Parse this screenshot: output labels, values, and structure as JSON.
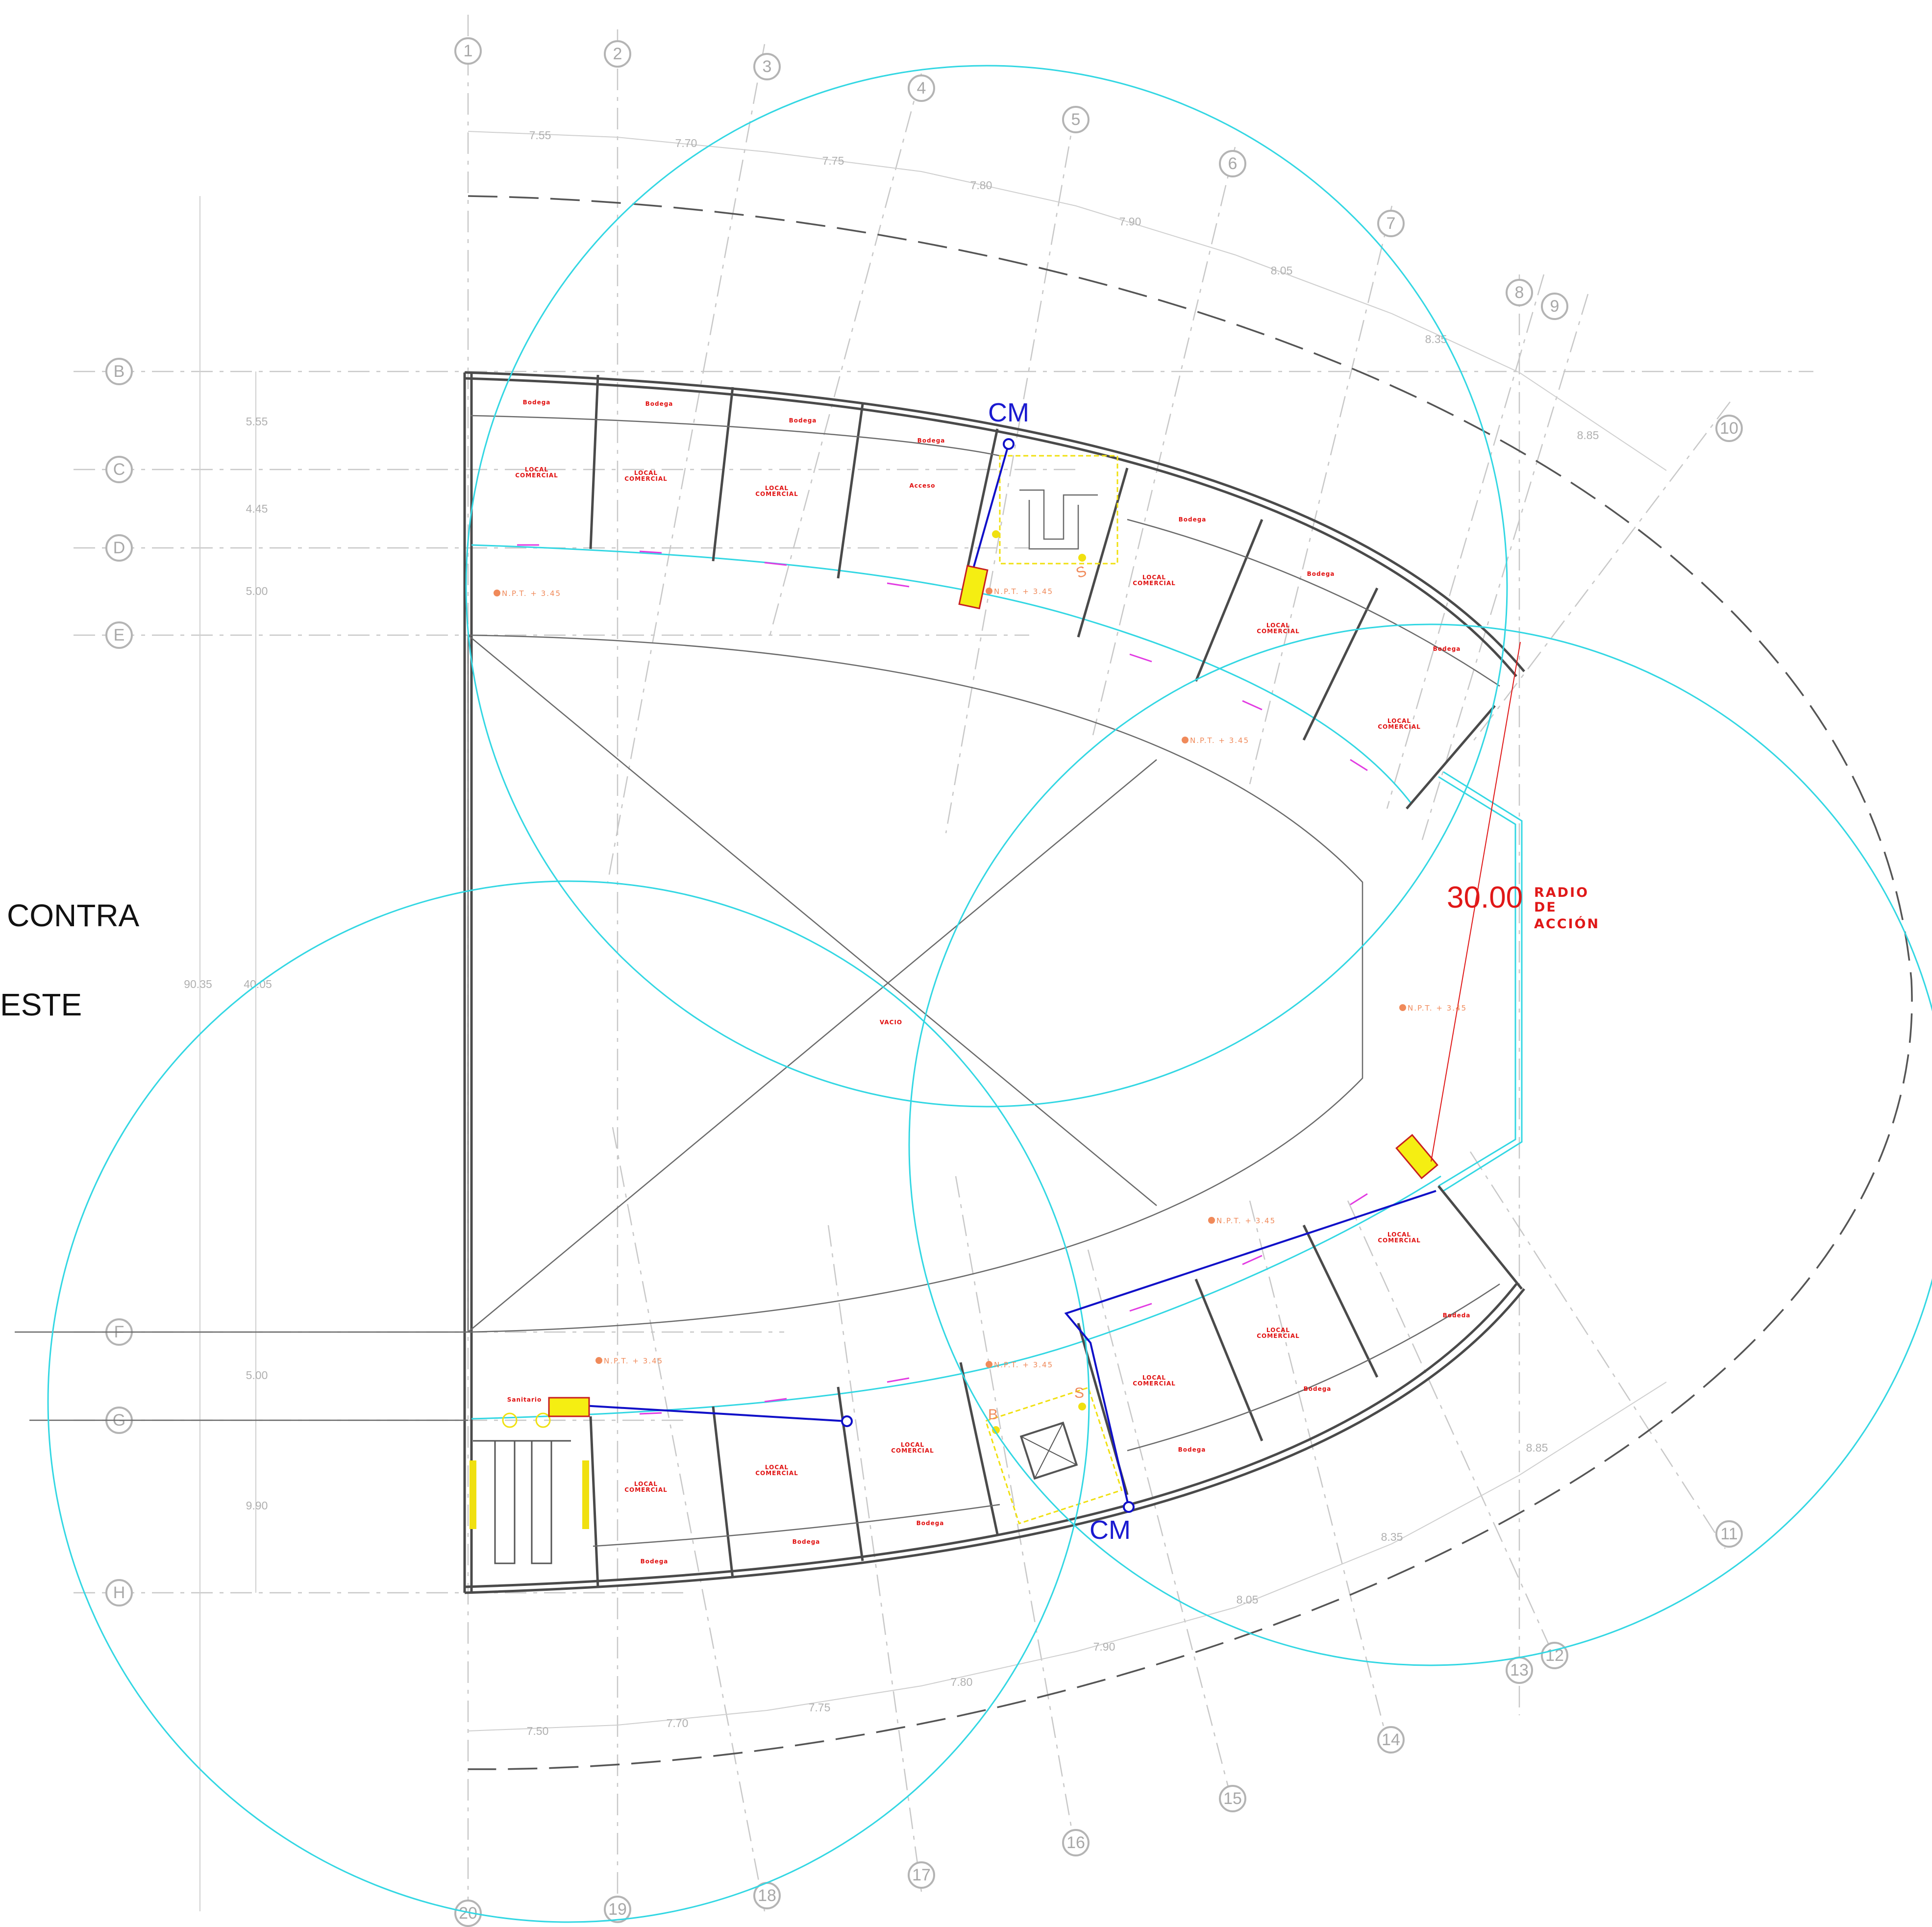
{
  "left_text": {
    "line1": "CONTRA",
    "line2": "ESTE"
  },
  "grid_top": [
    "1",
    "2",
    "3",
    "4",
    "5",
    "6",
    "7",
    "8",
    "9",
    "10"
  ],
  "grid_bottom": [
    "11",
    "12",
    "13",
    "14",
    "15",
    "16",
    "17",
    "18",
    "19",
    "20"
  ],
  "grid_left": [
    "B",
    "C",
    "D",
    "E",
    "F",
    "G",
    "H"
  ],
  "dims_top": [
    "7.55",
    "7.70",
    "7.75",
    "7.80",
    "7.90",
    "8.05",
    "8.35",
    "8.85"
  ],
  "dims_bottom": [
    "7.50",
    "7.70",
    "7.75",
    "7.80",
    "7.90",
    "8.05",
    "8.35",
    "8.85"
  ],
  "dims_left": [
    "5.55",
    "4.45",
    "5.00",
    "5.00",
    "9.90"
  ],
  "dims_total": [
    "90.35",
    "40.05"
  ],
  "labels": {
    "bodega": "Bodega",
    "bodega_alt": "Bodeda",
    "local": "LOCAL",
    "comercial": "COMERCIAL",
    "acceso": "Acceso",
    "vacio": "VACIO",
    "sanitario": "Sanitario",
    "npt": "N.P.T. + 3.45"
  },
  "cm_top": "CM",
  "cm_bottom": "CM",
  "stair_top_letter": "S",
  "stair_bottom_letters": [
    "B",
    "S"
  ],
  "radius": {
    "value": "30.00",
    "line1": "RADIO",
    "line2": "DE",
    "line3": "ACCIÓN"
  },
  "colors": {
    "coverage": "#33d7e3",
    "pipe": "#1010c8",
    "cabinet": "#f5ee12",
    "radius": "#e01818",
    "npt": "#f08a5a"
  }
}
